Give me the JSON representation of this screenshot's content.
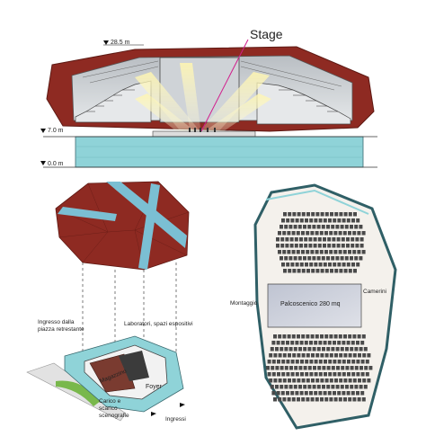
{
  "section": {
    "stage_label": "Stage",
    "levels": [
      {
        "label": "28.5 m"
      },
      {
        "label": "7.0 m"
      },
      {
        "label": "0.0 m"
      }
    ]
  },
  "volume": {
    "shell_color": "#8e2a22",
    "edge_color": "#7bbfd3"
  },
  "site_plan": {
    "labels": {
      "entrance": [
        "Ingresso dalla",
        "piazza retrestante"
      ],
      "workshops": "Laboratori, spazi espositivi",
      "storage": "Magazzino",
      "foyer": "Foyer",
      "loading": [
        "Carico e",
        "scarico",
        "scenografie"
      ],
      "entrances": "Ingressi"
    }
  },
  "floor_plan": {
    "stage_label": "Palcoscenico 280 mq",
    "left_label": "Montaggio",
    "right_label": "Camerini"
  },
  "colors": {
    "teal": "#8fd3d8",
    "dark_red": "#8e2a22",
    "seat": "#4a4a4a",
    "stage_floor": "#c9ccd6"
  }
}
